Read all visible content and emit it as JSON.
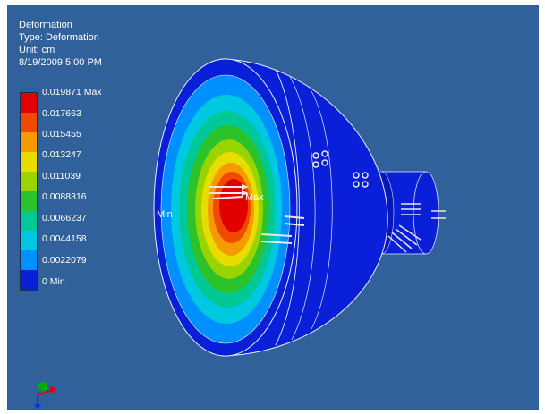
{
  "viewport": {
    "background": "#31619a"
  },
  "info": {
    "title": "Deformation",
    "type": "Type: Deformation",
    "unit": "Unit: cm",
    "timestamp": "8/19/2009 5:00 PM"
  },
  "legend": {
    "items": [
      {
        "label": "0.019871 Max",
        "color": "#e00000"
      },
      {
        "label": "0.017663",
        "color": "#f04a00"
      },
      {
        "label": "0.015455",
        "color": "#f59a00"
      },
      {
        "label": "0.013247",
        "color": "#e8dc00"
      },
      {
        "label": "0.011039",
        "color": "#9ad400"
      },
      {
        "label": "0.0088316",
        "color": "#2cc22c"
      },
      {
        "label": "0.0066237",
        "color": "#00c896"
      },
      {
        "label": "0.0044158",
        "color": "#00c8e0"
      },
      {
        "label": "0.0022079",
        "color": "#0090ff"
      },
      {
        "label": "0 Min",
        "color": "#0a1fd8"
      }
    ]
  },
  "model": {
    "max_label": "Max",
    "min_label": "Min"
  },
  "triad": {
    "x_color": "#e00000",
    "y_color": "#00b000",
    "z_color": "#0030ff",
    "icon": "coordinate-triad-icon"
  }
}
